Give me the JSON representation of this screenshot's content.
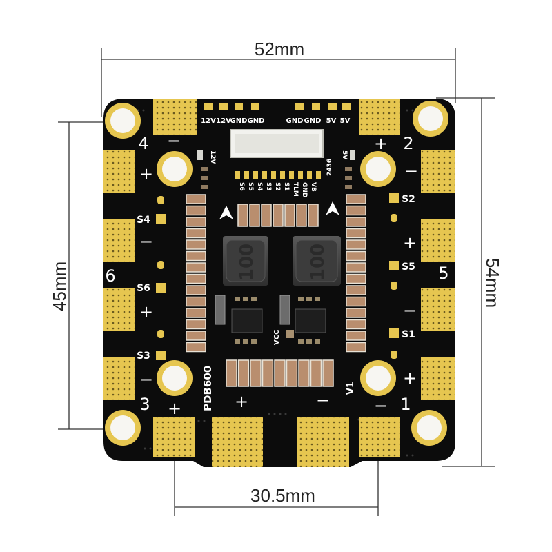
{
  "dimensions": {
    "width_top": "52mm",
    "height_left": "45mm",
    "height_right": "54mm",
    "mount_bottom": "30.5mm"
  },
  "board": {
    "model": "PDB600",
    "code": "2436",
    "version": "V1",
    "vcc_label": "VCC",
    "inductor_marking": "100",
    "top_left_pins": [
      "12V",
      "12V",
      "GND",
      "GND"
    ],
    "top_right_pins": [
      "GND",
      "GND",
      "5V",
      "5V"
    ],
    "signal_pins": [
      "S6",
      "S5",
      "S4",
      "S3",
      "S2",
      "S1",
      "TLM",
      "GND",
      "VB"
    ],
    "led_12v": "12V",
    "led_5v": "5V",
    "motor_numbers": [
      "1",
      "2",
      "3",
      "4",
      "5",
      "6"
    ],
    "signal_labels": [
      "S1",
      "S2",
      "S3",
      "S4",
      "S5",
      "S6"
    ],
    "plus": "+",
    "minus": "−"
  },
  "colors": {
    "pcb": "#0c0c0c",
    "pad_gold": "#e6c650",
    "hole_gold": "#f0dc8a",
    "hole_white": "#f7f6f2",
    "cap_brown": "#b98e6e",
    "inductor": "#4a4a4a"
  }
}
